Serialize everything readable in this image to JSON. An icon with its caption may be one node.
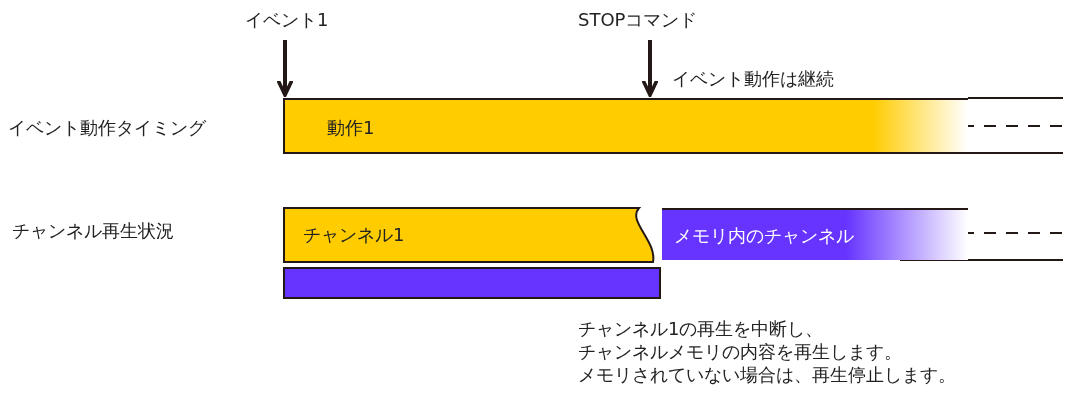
{
  "diagram": {
    "nodes": [
      {
        "text": [
          "動作1"
        ]
      },
      {
        "text": [
          "チャンネル1"
        ]
      },
      {
        "text": [
          "メモリ内のチャンネル"
        ]
      },
      {
        "text": [],
        "shape": "bar"
      }
    ],
    "labels": [
      "イベント1",
      "STOPコマンド",
      "イベント動作は継続",
      "イベント動作タイミング",
      "チャンネル再生状況",
      "チャンネル1の再生を中断し、",
      "チャンネルメモリの内容を再生します。",
      "メモリされていない場合は、再生停止します。"
    ]
  }
}
